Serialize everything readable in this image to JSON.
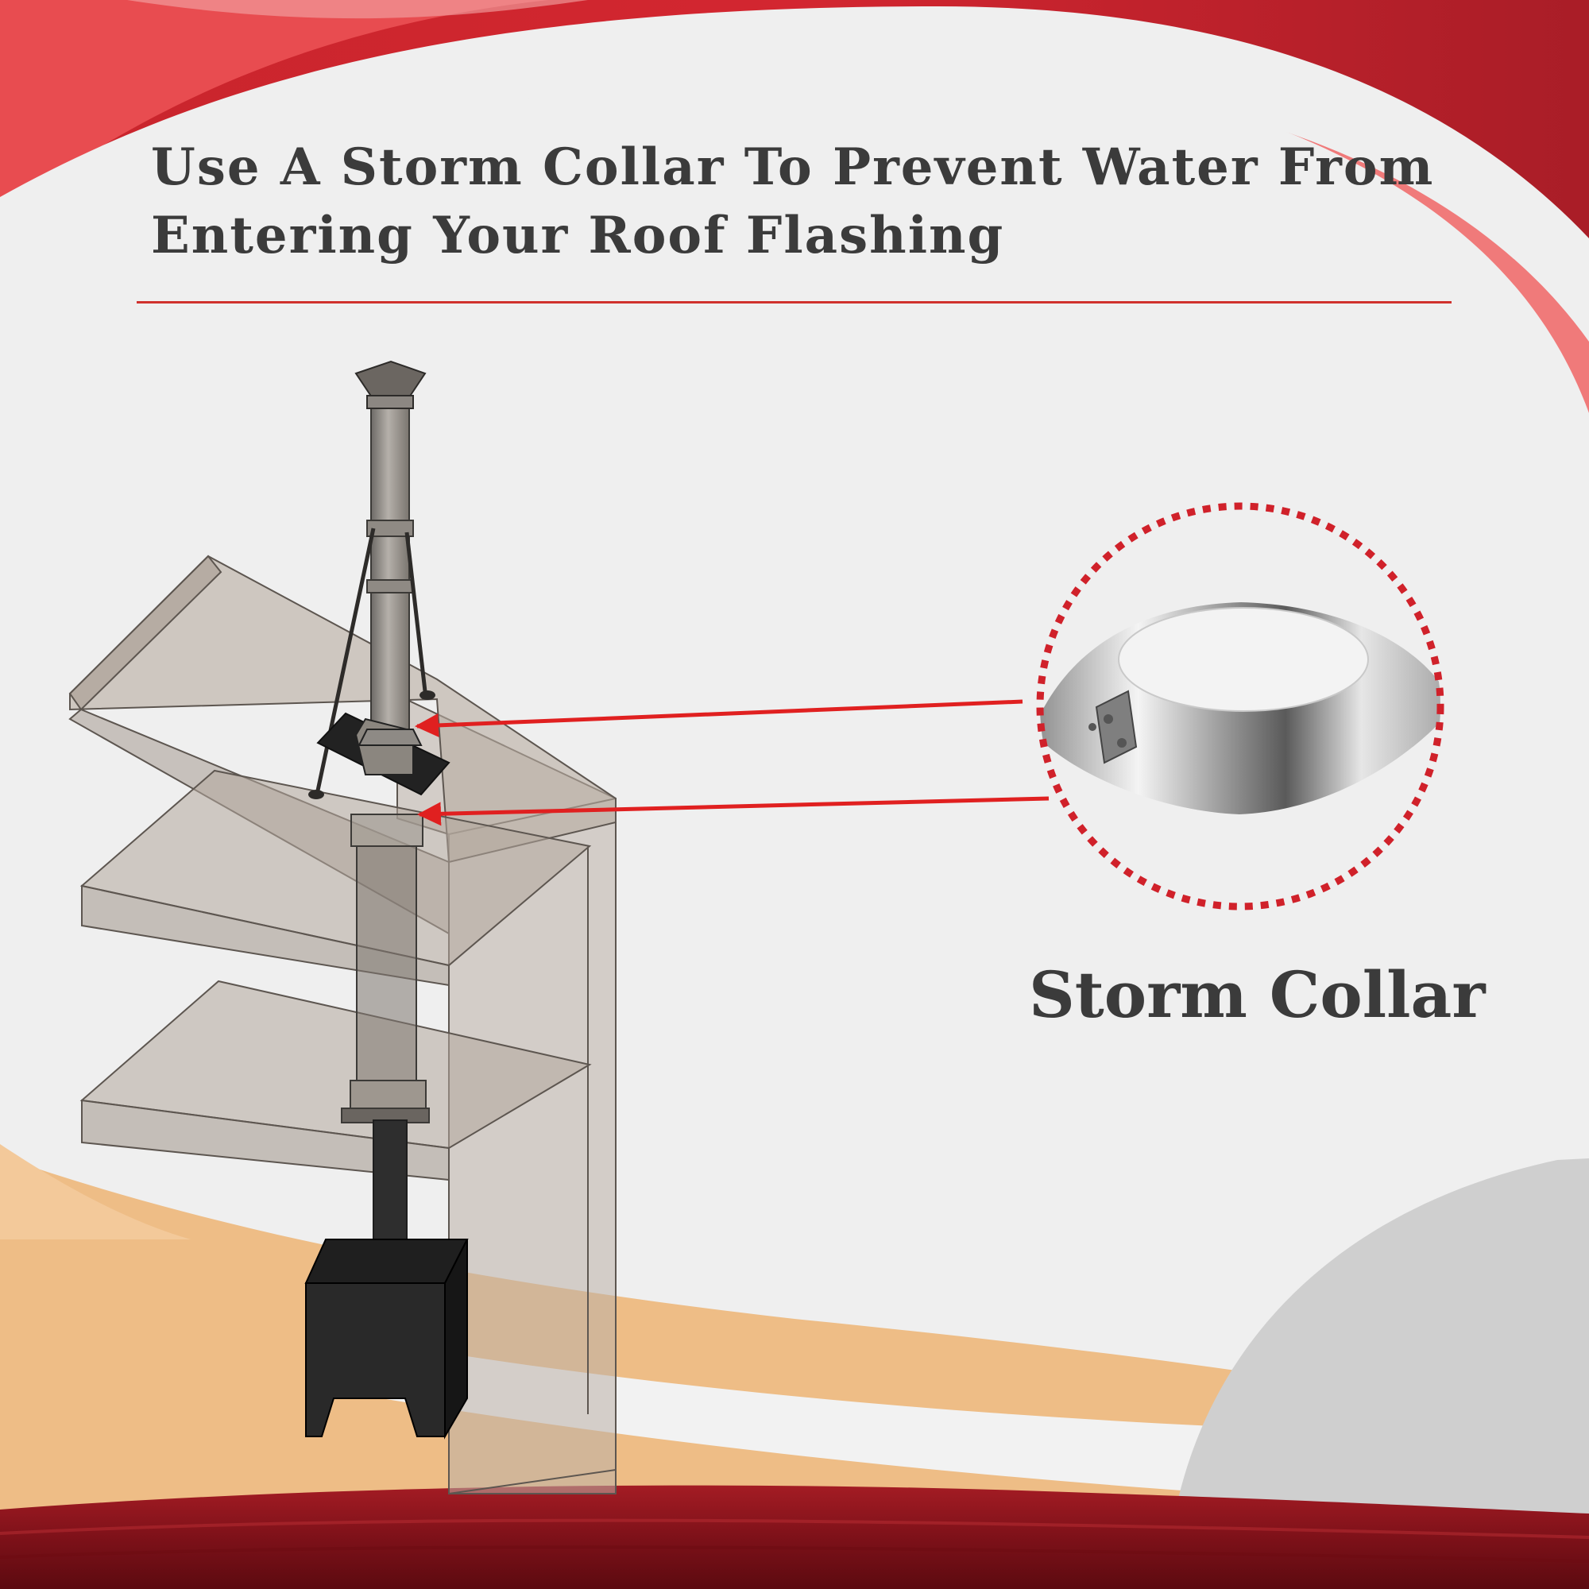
{
  "headline": {
    "line1": "Use A Storm Collar To Prevent Water From",
    "line2": "Entering Your Roof Flashing"
  },
  "callout": {
    "label": "Storm Collar"
  },
  "colors": {
    "brand_red": "#d0312d",
    "dark_red": "#8e1a20",
    "accent_peach": "#eebd86",
    "background": "#efefef",
    "text": "#3b3b3b",
    "flue_dark": "#2b2b2b"
  },
  "icons": {
    "zoom_ring": "dotted-circle",
    "arrow": "red-pointer-arrow",
    "product": "storm-collar-cone"
  }
}
